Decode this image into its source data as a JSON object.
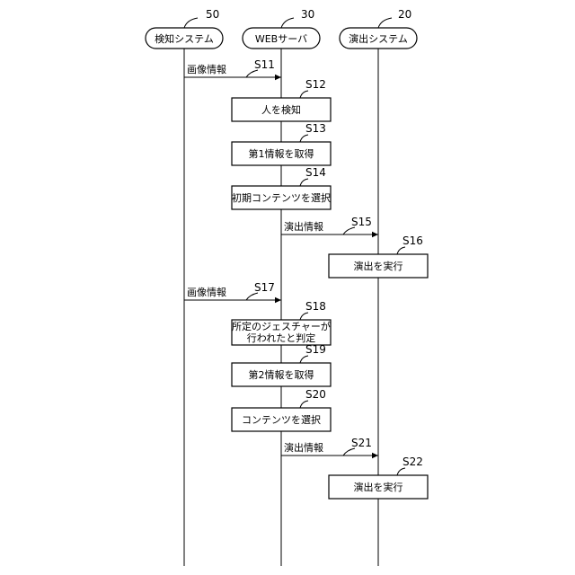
{
  "entities": [
    {
      "id": "detect",
      "label": "検知システム",
      "ref": "50"
    },
    {
      "id": "web",
      "label": "WEBサーバ",
      "ref": "30"
    },
    {
      "id": "effect",
      "label": "演出システム",
      "ref": "20"
    }
  ],
  "messages": [
    {
      "step": "S11",
      "label": "画像情報",
      "from": "detect",
      "to": "web"
    },
    {
      "step": "S15",
      "label": "演出情報",
      "from": "web",
      "to": "effect"
    },
    {
      "step": "S17",
      "label": "画像情報",
      "from": "detect",
      "to": "web"
    },
    {
      "step": "S21",
      "label": "演出情報",
      "from": "web",
      "to": "effect"
    }
  ],
  "processes": [
    {
      "step": "S12",
      "lines": [
        "人を検知"
      ],
      "on": "web"
    },
    {
      "step": "S13",
      "lines": [
        "第1情報を取得"
      ],
      "on": "web"
    },
    {
      "step": "S14",
      "lines": [
        "初期コンテンツを選択"
      ],
      "on": "web"
    },
    {
      "step": "S16",
      "lines": [
        "演出を実行"
      ],
      "on": "effect"
    },
    {
      "step": "S18",
      "lines": [
        "所定のジェスチャーが",
        "行われたと判定"
      ],
      "on": "web"
    },
    {
      "step": "S19",
      "lines": [
        "第2情報を取得"
      ],
      "on": "web"
    },
    {
      "step": "S20",
      "lines": [
        "コンテンツを選択"
      ],
      "on": "web"
    },
    {
      "step": "S22",
      "lines": [
        "演出を実行"
      ],
      "on": "effect"
    }
  ]
}
